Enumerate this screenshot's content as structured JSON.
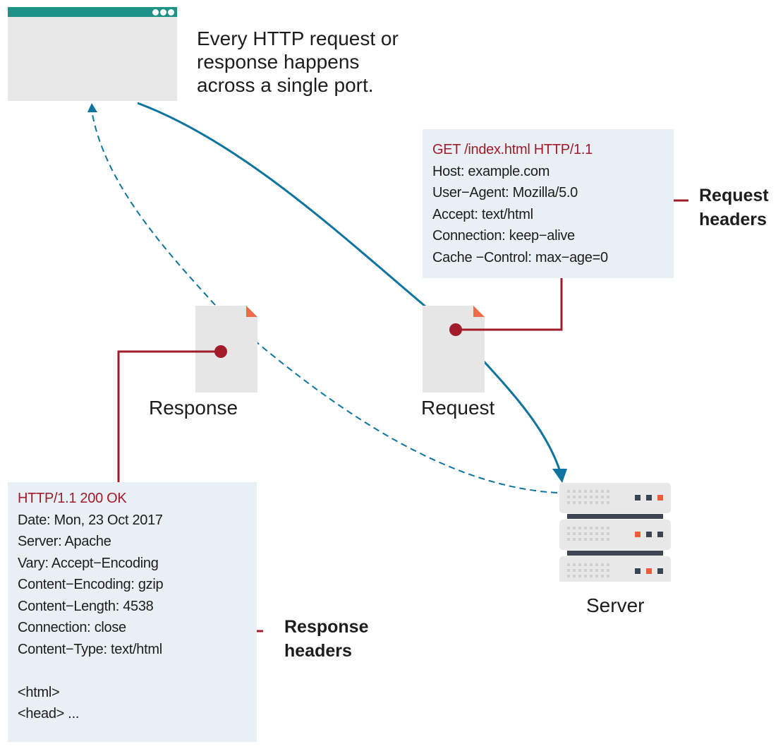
{
  "caption": [
    "Every HTTP request or",
    "response happens",
    "across a single port."
  ],
  "request": {
    "label": "Request",
    "start_line": "GET /index.html HTTP/1.1",
    "headers": [
      "Host: example.com",
      "User−Agent: Mozilla/5.0",
      "Accept: text/html",
      "Connection: keep−alive",
      "Cache −Control: max−age=0"
    ],
    "headers_label": [
      "Request",
      "headers"
    ]
  },
  "response": {
    "label": "Response",
    "status_line": "HTTP/1.1 200 OK",
    "headers": [
      "Date: Mon, 23 Oct 2017",
      "Server: Apache",
      "Vary: Accept−Encoding",
      "Content−Encoding: gzip",
      "Content−Length: 4538",
      "Connection: close",
      "Content−Type: text/html"
    ],
    "body": [
      "<html>",
      "<head> ..."
    ],
    "headers_label": [
      "Response",
      "headers"
    ]
  },
  "server": {
    "label": "Server",
    "unit_indicators": [
      [
        "off",
        "off",
        "on"
      ],
      [
        "on",
        "off",
        "off"
      ],
      [
        "off",
        "on",
        "off"
      ]
    ]
  },
  "icons": {
    "browser": "browser-window-icon",
    "document": "document-icon",
    "server": "server-rack-icon"
  },
  "colors": {
    "arrow_blue": "#0d73a0",
    "leader_red": "#a11b2b",
    "browser_bar_teal": "#1c9384",
    "doc_corner_orange": "#ef6a4a",
    "box_bg": "#e8f0f6",
    "doc_gray": "#e6e6e6",
    "server_dark": "#3d4553",
    "indicator_on": "#ef5a37"
  }
}
